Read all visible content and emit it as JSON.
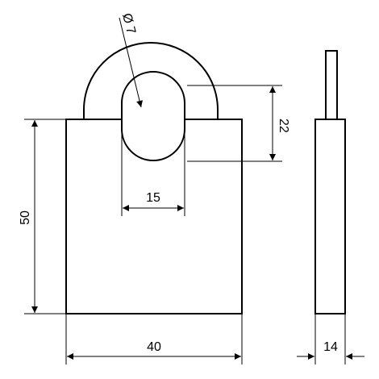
{
  "dimensions": {
    "shackle_diameter": "Ø 7",
    "shackle_clearance_height": "22",
    "shackle_inner_width": "15",
    "body_height": "50",
    "body_width": "40",
    "body_thickness": "14"
  },
  "colors": {
    "stroke": "#000000",
    "background": "#ffffff"
  }
}
